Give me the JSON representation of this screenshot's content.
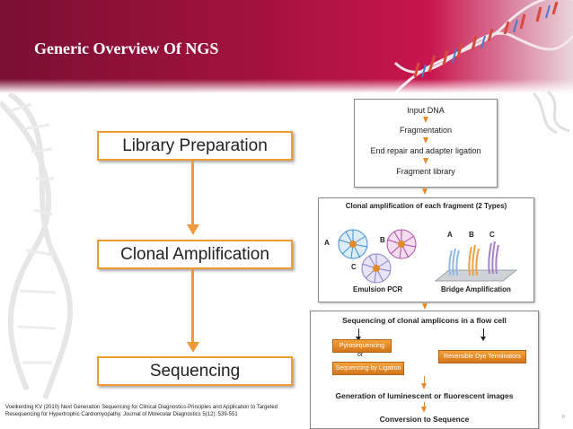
{
  "slide": {
    "title": "Generic Overview Of NGS",
    "page_number": "8"
  },
  "stages": [
    {
      "label": "Library Preparation"
    },
    {
      "label": "Clonal Amplification"
    },
    {
      "label": "Sequencing"
    }
  ],
  "panel1": {
    "steps": [
      "Input DNA",
      "Fragmentation",
      "End repair and adapter ligation",
      "Fragment library"
    ]
  },
  "panel2": {
    "title": "Clonal amplification of each fragment (2 Types)",
    "emulsion_label": "Emulsion PCR",
    "bridge_label": "Bridge Amplification",
    "bead_labels": [
      "A",
      "B",
      "C"
    ],
    "bridge_labels": [
      "A",
      "B",
      "C"
    ]
  },
  "panel3": {
    "title": "Sequencing of clonal amplicons in a flow cell",
    "pyro": "Pyrosequencing",
    "or": "or",
    "ligation": "Sequencing by Ligation",
    "reversible": "Reversible Dye Terminators",
    "generation": "Generation of luminescent or fluorescent images",
    "conversion": "Conversion to Sequence"
  },
  "citation": {
    "line1": "Voelkerding KV (2010) Next Generation Sequencing for Clinical Diagnostics-Principles and Application to Targeted",
    "line2": "Resequencing for Hypertrophic Cardiomyopathy. Journal of Molecular Diagnostics 5(12): 539-551"
  },
  "colors": {
    "header_primary": "#a3123f",
    "accent_orange": "#ec9a3a",
    "bead_blue": "#3d8fd6",
    "bead_magenta": "#b24aa8",
    "bead_purple": "#8b7fc8",
    "strand_orange": "#f0a040",
    "strand_purple": "#a580c8"
  }
}
